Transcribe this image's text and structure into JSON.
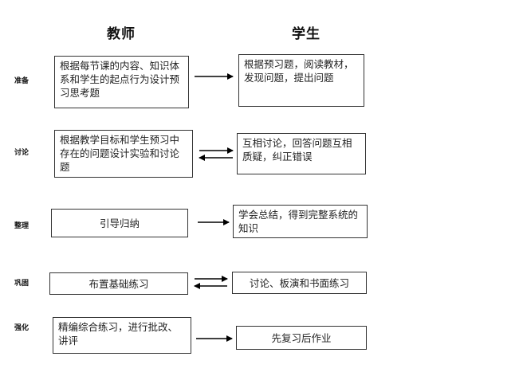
{
  "headers": {
    "teacher": "教师",
    "student": "学生"
  },
  "rows": [
    {
      "stage": "准备",
      "teacher": "根据每节课的内容、知识体系和学生的起点行为设计预习思考题",
      "student": "根据预习题，阅读教材，发现问题，提出问题",
      "arrow": "single"
    },
    {
      "stage": "讨论",
      "teacher": "根据教学目标和学生预习中存在的问题设计实验和讨论题",
      "student": "互相讨论，回答问题互相质疑，纠正错误",
      "arrow": "double"
    },
    {
      "stage": "整理",
      "teacher": "引导归纳",
      "student": "学会总结，得到完整系统的知识",
      "arrow": "single"
    },
    {
      "stage": "巩固",
      "teacher": "布置基础练习",
      "student": "讨论、板演和书面练习",
      "arrow": "double"
    },
    {
      "stage": "强化",
      "teacher": "精编综合练习，进行批改、讲评",
      "student": "先复习后作业",
      "arrow": "single"
    }
  ]
}
